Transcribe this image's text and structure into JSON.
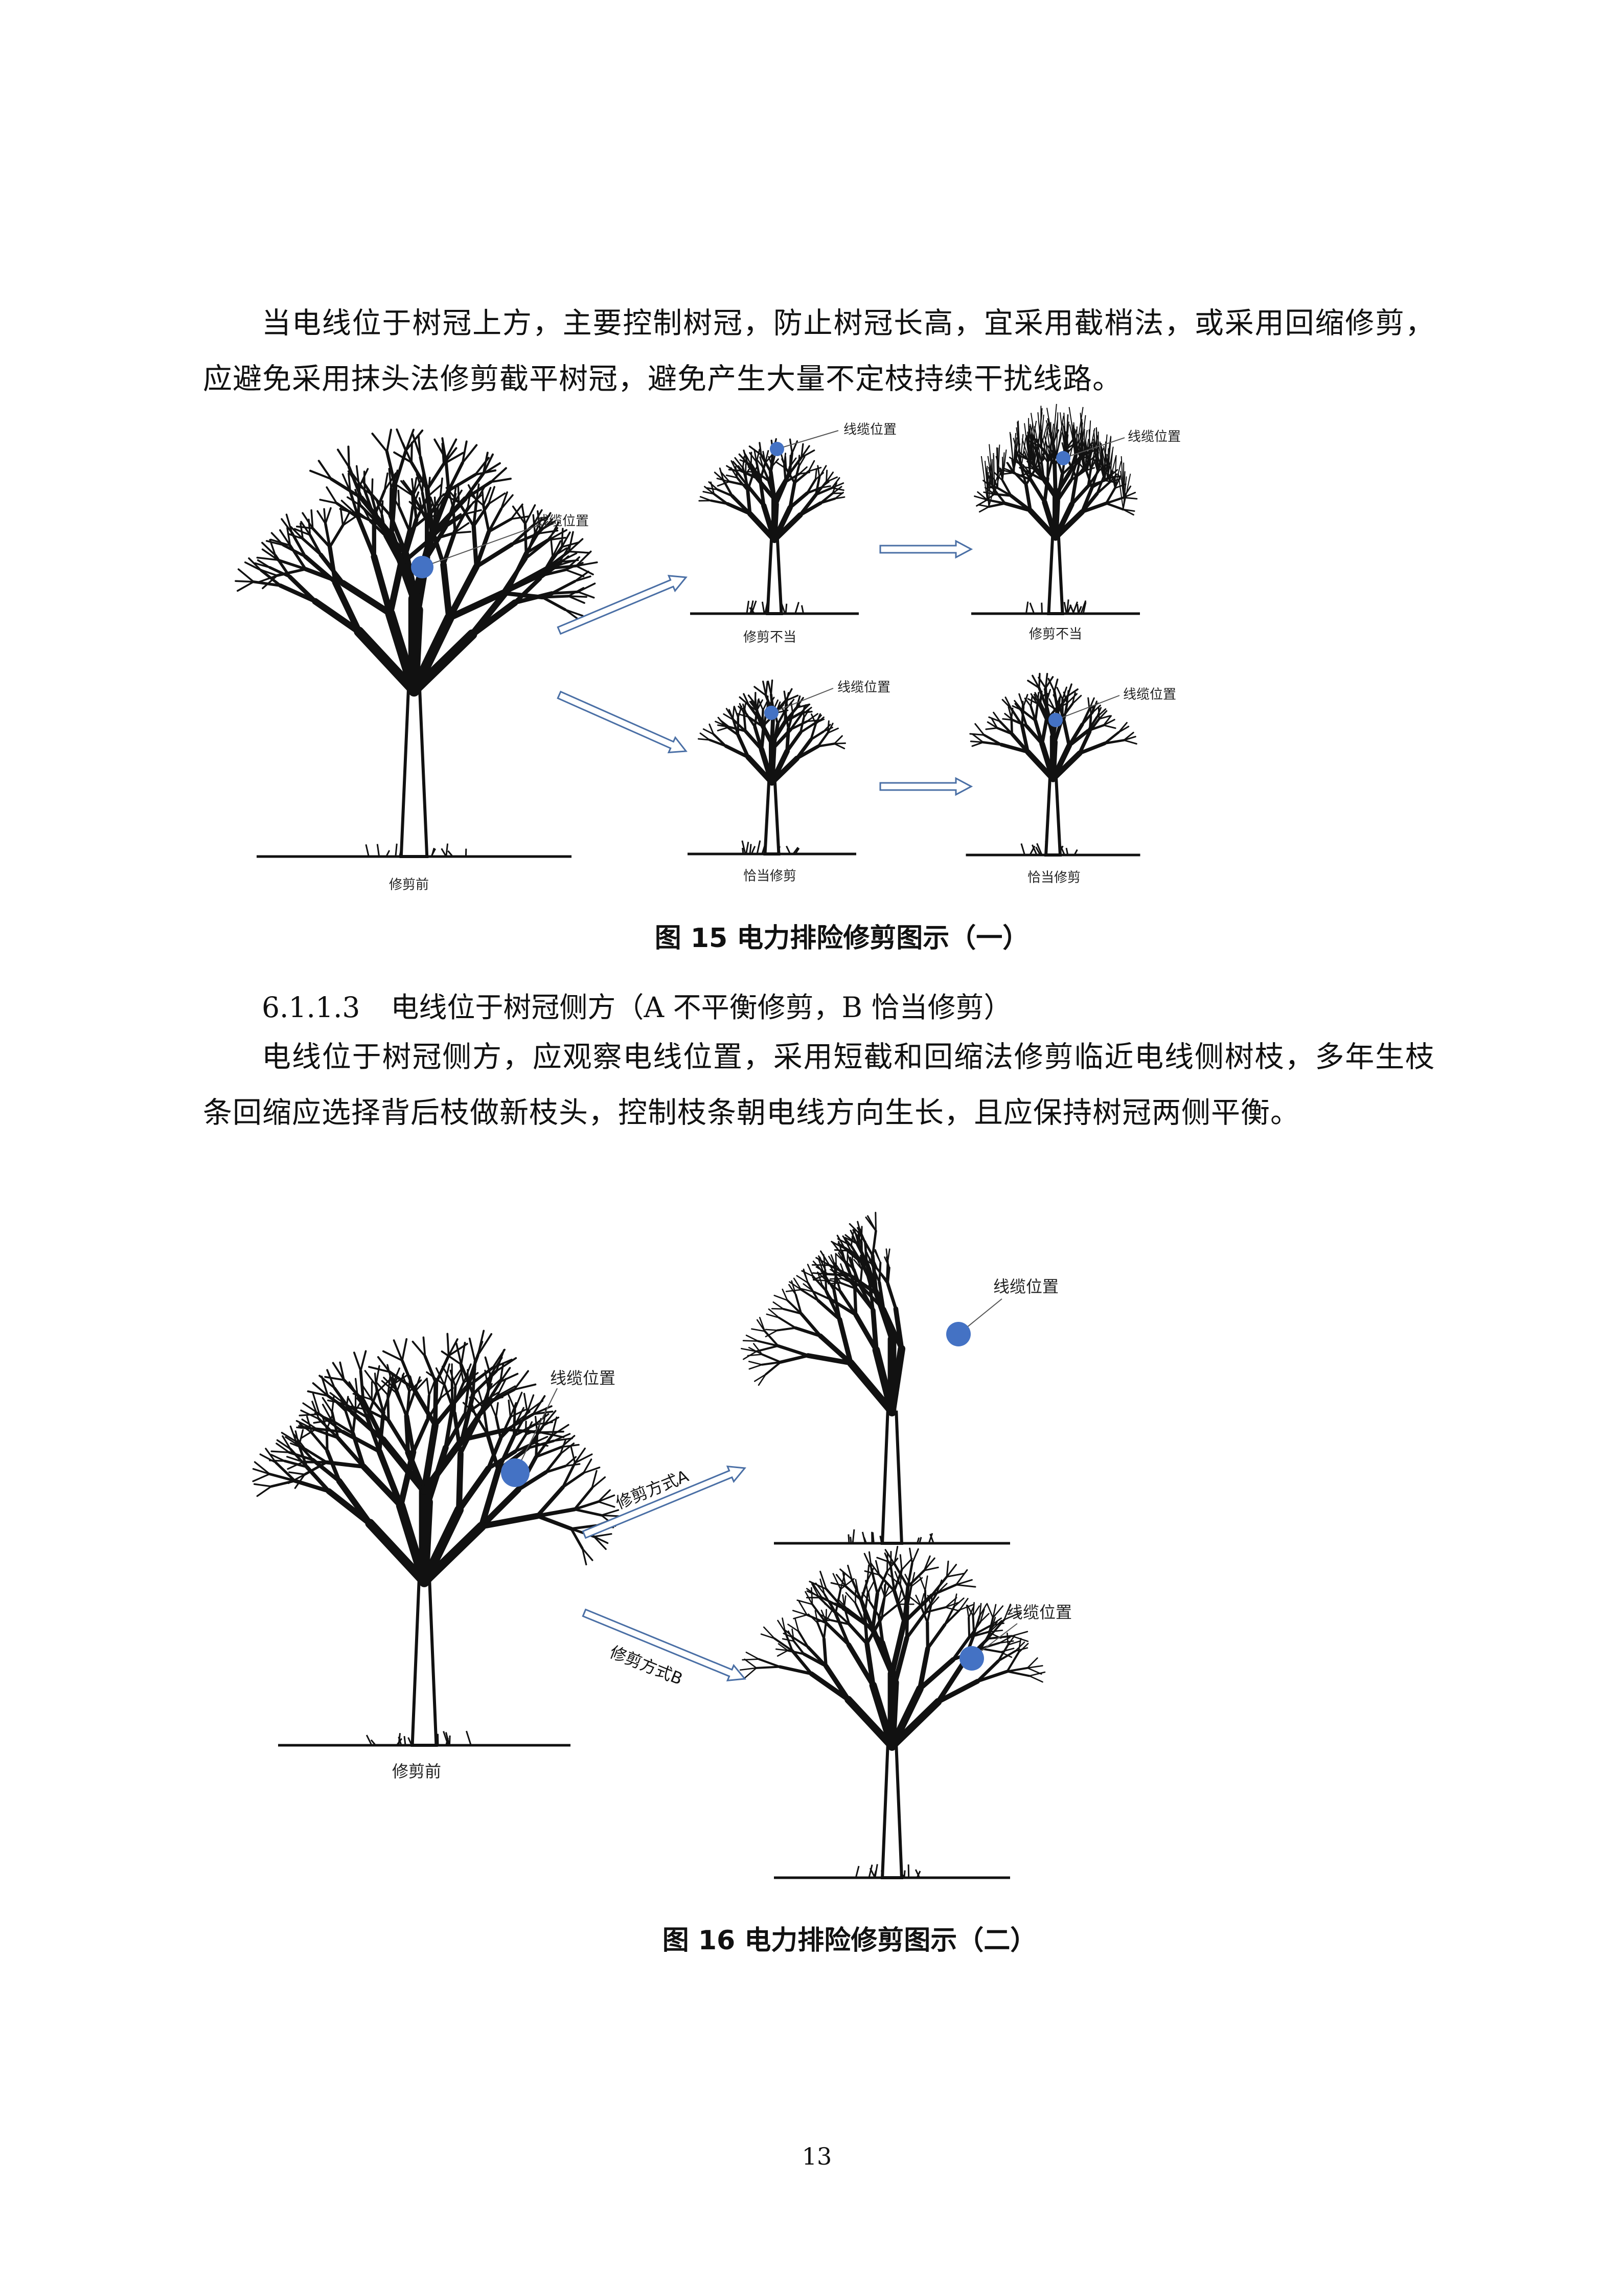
{
  "paragraph_1": "当电线位于树冠上方，主要控制树冠，防止树冠长高，宜采用截梢法，或采用回缩修剪，应避免采用抹头法修剪截平树冠，避免产生大量不定枝持续干扰线路。",
  "figure_15": {
    "before_label": "修剪前",
    "cable_label": "线缆位置",
    "improper_label_1": "修剪不当",
    "improper_label_2": "修剪不当",
    "proper_label_1": "恰当修剪",
    "proper_label_2": "恰当修剪",
    "caption": "图 15  电力排险修剪图示（一）"
  },
  "section": {
    "number": "6.1.1.3",
    "title": "电线位于树冠侧方（A 不平衡修剪，B 恰当修剪）"
  },
  "paragraph_2": "电线位于树冠侧方，应观察电线位置，采用短截和回缩法修剪临近电线侧树枝，多年生枝条回缩应选择背后枝做新枝头，控制枝条朝电线方向生长，且应保持树冠两侧平衡。",
  "figure_16": {
    "before_label": "修剪前",
    "cable_label": "线缆位置",
    "method_a_label": "修剪方式A",
    "method_b_label": "修剪方式B",
    "caption": "图 16  电力排险修剪图示（二）"
  },
  "page_number": "13",
  "colors": {
    "cable_dot": "#4472C4",
    "arrow_outline": "#4A6FA5",
    "tree_ink": "#111111"
  }
}
